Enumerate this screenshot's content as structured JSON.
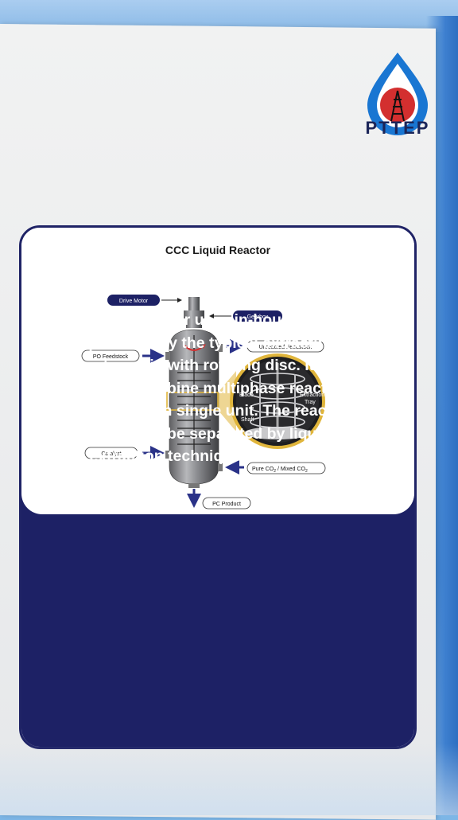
{
  "logo": {
    "text": "PTTEP",
    "icon": "oil-drop-derrick-icon"
  },
  "card": {
    "title": "CCC Liquid Reactor",
    "description": "CCC Liquid Reactor uses in-house design concept to modify the typical extracting column to equip with rotating disc. It is designed to combine multiphase reaction and separation in single unit. The reactant and product will be separated by liquid-liquid extraction technique."
  },
  "diagram": {
    "labels": {
      "drive_motor": "Drive Motor",
      "gearbox": "Gearbox",
      "po_feedstock": "PO Feedstock",
      "unreacted_feedstock": "Unreacted Feedstock",
      "catalyst": "Catalyst",
      "pure_co2": "Pure CO",
      "co2_sub": "2",
      "mixed_co2": " / Mixed CO",
      "mixed_sub": "2",
      "pc_product": "PC Product"
    },
    "inset": {
      "blade": "Blade",
      "extraction": "Extraction",
      "tray": "Tray",
      "shaft": "Shaft"
    }
  },
  "colors": {
    "navy": "#1d2165",
    "arrow": "#2a3288",
    "highlight": "#e0b53b",
    "logo_blue": "#1976d2",
    "logo_red": "#d32f2f"
  }
}
